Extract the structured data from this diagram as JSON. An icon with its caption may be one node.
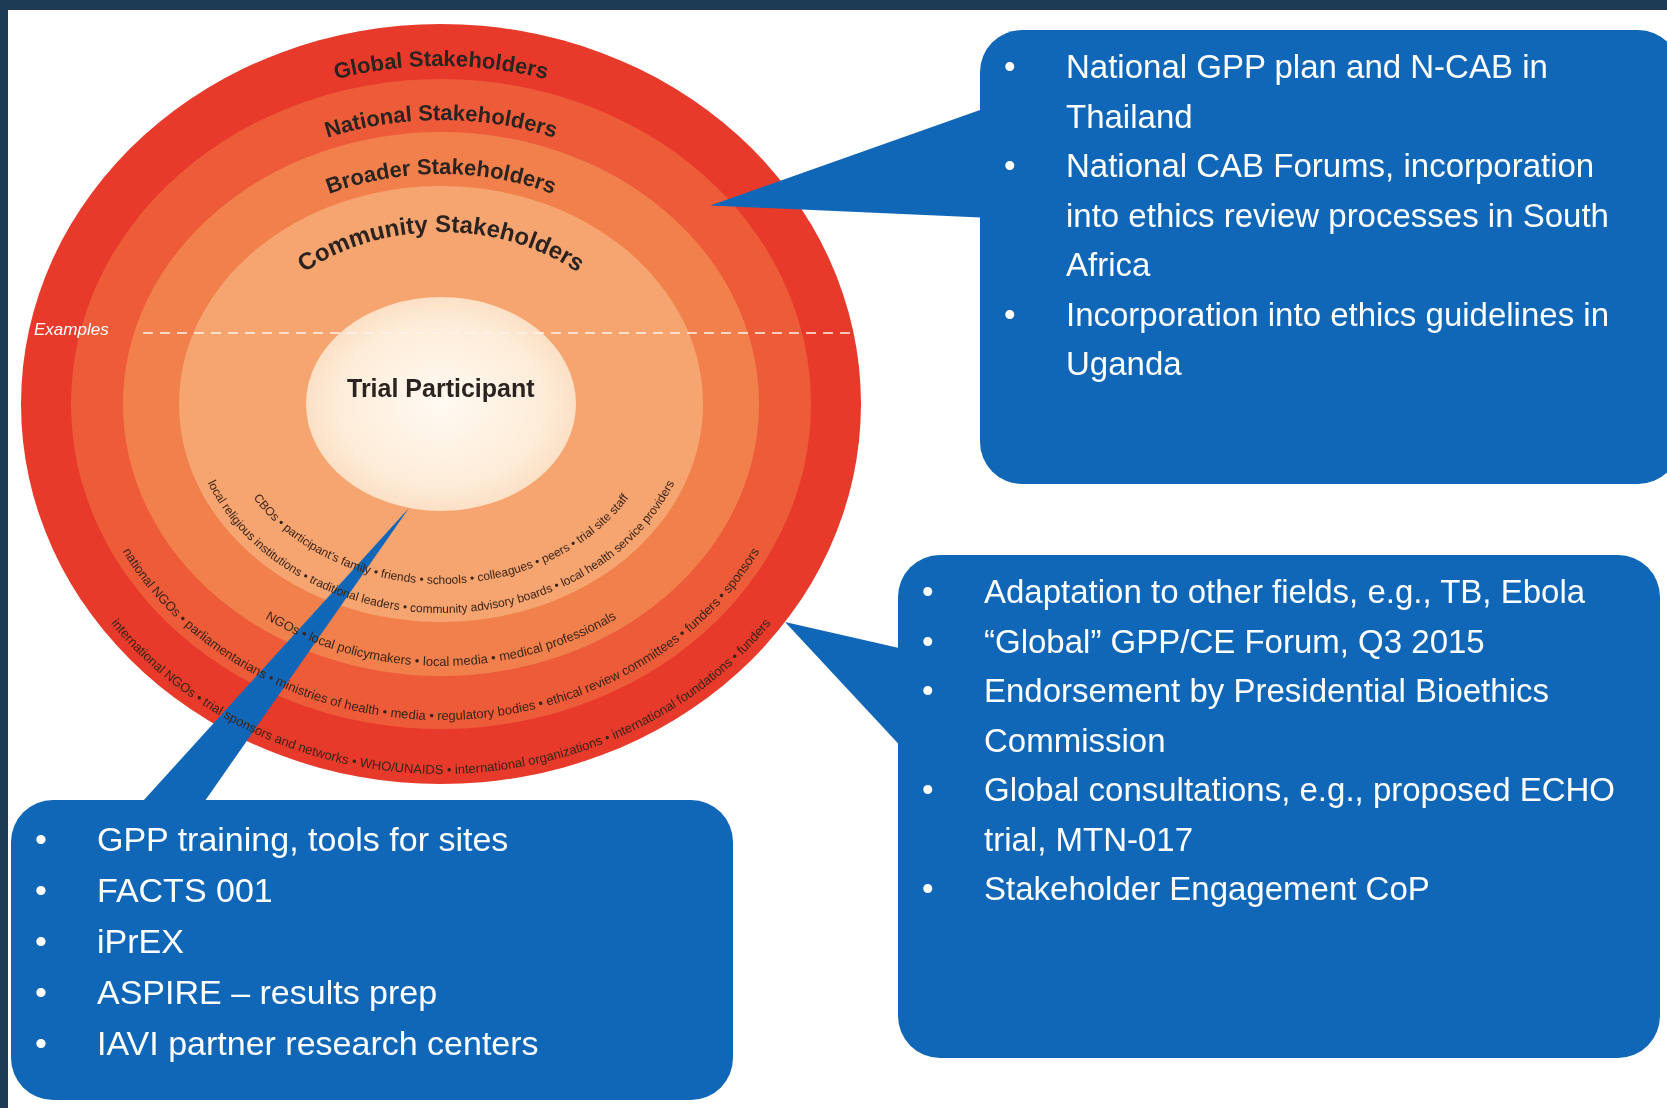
{
  "diagram": {
    "nodes": [
      {
        "text": [
          "Global Stakeholders"
        ]
      },
      {
        "text": [
          "National Stakeholders"
        ],
        "in": 0
      },
      {
        "text": [
          "Broader Stakeholders"
        ],
        "in": 1
      },
      {
        "text": [
          "Community Stakeholders"
        ],
        "in": 2
      },
      {
        "text": [
          "Trial Participant"
        ],
        "in": 3
      },
      {
        "text": [
          "•\tNational GPP plan and N-CAB in Thailand",
          "•\tNational CAB Forums, incorporation into ethics review processes in South Africa",
          "•\tIncorporation into ethics guidelines in Uganda"
        ]
      },
      {
        "text": [
          "•\tAdaptation to other fields, e.g., TB, Ebola",
          "•\t“Global” GPP/CE Forum, Q3 2015",
          "•\tEndorsement by Presidential Bioethics Commission",
          "•\tGlobal consultations, e.g., proposed ECHO trial, MTN-017",
          "•\tStakeholder Engagement CoP"
        ]
      },
      {
        "text": [
          "•\tGPP training, tools for sites",
          "•\tFACTS 001",
          "•\tiPrEX",
          "•\tASPIRE – results prep",
          "•\tIAVI partner research centers"
        ]
      }
    ],
    "edges": [
      {
        "from": 5,
        "to": 1,
        "arrow": "to"
      },
      {
        "from": 6,
        "to": 0,
        "arrow": "to"
      },
      {
        "from": 7,
        "to": 4,
        "arrow": "to"
      }
    ],
    "labels": [
      "Examples",
      "CBOs • participant’s family • friends • schools • colleagues • peers • trial site staff",
      "local religious institutions • traditional leaders • community advisory boards • local health service providers",
      "NGOs • local policymakers • local media • medical professionals",
      "national NGOs • parliamentarians • ministries of health • media • regulatory bodies • ethical review committees • funders • sponsors",
      "international NGOs • trial sponsors and networks • WHO/UNAIDS • international organizations • international foundations • funders"
    ]
  }
}
